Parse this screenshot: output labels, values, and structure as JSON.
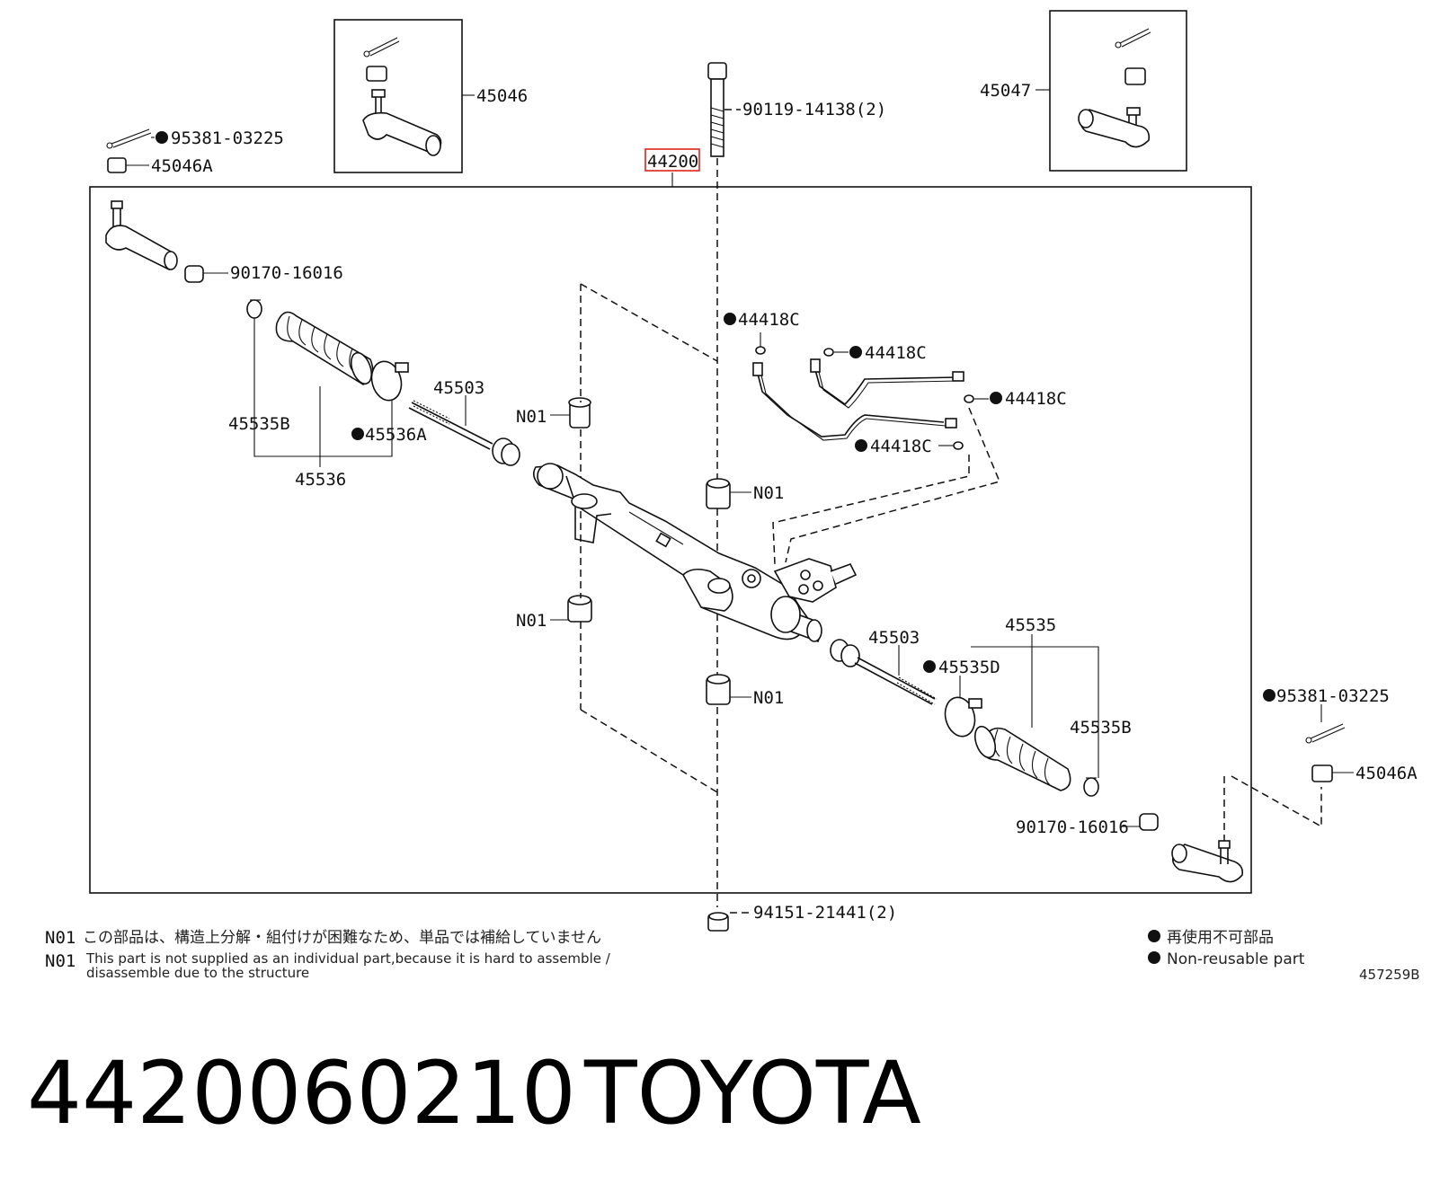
{
  "highlight_color": "#e0231c",
  "diagram_code": "457259B",
  "labels": {
    "p45046": "45046",
    "p45047": "45047",
    "p95381_l": "95381-03225",
    "p45046a_l": "45046A",
    "p90119": "90119-14138(2)",
    "p44200": "44200",
    "p90170_l": "90170-16016",
    "p44418c_1": "44418C",
    "p44418c_2": "44418C",
    "p44418c_3": "44418C",
    "p44418c_4": "44418C",
    "p45535b_l": "45535B",
    "p45536a": "45536A",
    "p45536": "45536",
    "p45503_l": "45503",
    "n01_1": "N01",
    "n01_2": "N01",
    "n01_3": "N01",
    "n01_4": "N01",
    "p45503_r": "45503",
    "p45535": "45535",
    "p45535d": "45535D",
    "p45535b_r": "45535B",
    "p95381_r": "95381-03225",
    "p45046a_r": "45046A",
    "p90170_r": "90170-16016",
    "p94151": "94151-21441(2)"
  },
  "notes": {
    "n01_code_jp": "N01",
    "n01_jp": "この部品は、構造上分解・組付けが困難なため、単品では補給していません",
    "n01_code_en": "N01",
    "n01_en_line1": "This part is not supplied as an individual part,because it is hard to assemble /",
    "n01_en_line2": "disassemble due to the structure",
    "legend_jp": "再使用不可部品",
    "legend_en": "Non-reusable part"
  },
  "caption": {
    "part_number": "4420060210",
    "brand": "TOYOTA"
  }
}
